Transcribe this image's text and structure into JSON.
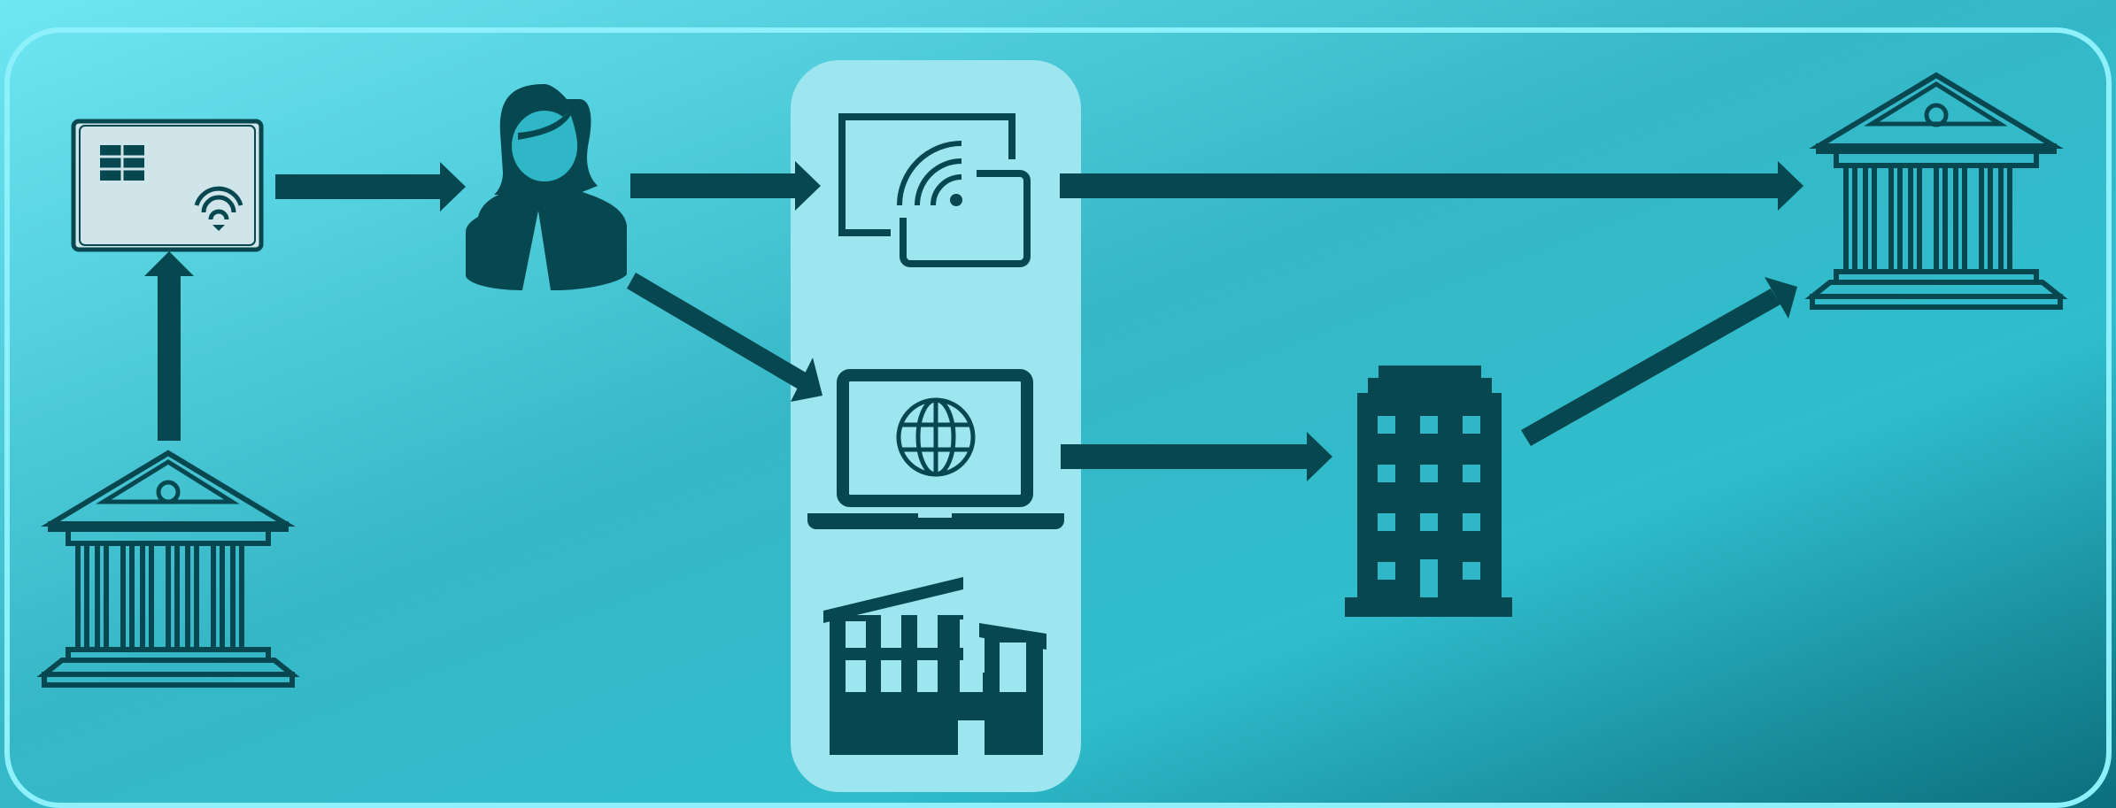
{
  "diagram": {
    "colors": {
      "background_start": "#6fe6f3",
      "background_mid": "#2fbdcd",
      "background_end": "#0b6e7c",
      "frame": "#8ef0fa",
      "ink": "#07474f",
      "card_fill": "#cfe5ea",
      "merchant_panel": "#9de6ef"
    },
    "nodes": [
      {
        "id": "issuer-bank",
        "icon": "bank-icon"
      },
      {
        "id": "payment-card",
        "icon": "credit-card-icon"
      },
      {
        "id": "cardholder",
        "icon": "person-icon"
      },
      {
        "id": "pos-terminal",
        "icon": "contactless-terminal-icon"
      },
      {
        "id": "online-store",
        "icon": "laptop-globe-icon"
      },
      {
        "id": "physical-store",
        "icon": "store-building-icon"
      },
      {
        "id": "payment-processor",
        "icon": "office-building-icon"
      },
      {
        "id": "acquirer-bank",
        "icon": "bank-icon"
      }
    ],
    "flows": [
      {
        "from": "issuer-bank",
        "to": "payment-card"
      },
      {
        "from": "payment-card",
        "to": "cardholder"
      },
      {
        "from": "cardholder",
        "to": "pos-terminal"
      },
      {
        "from": "cardholder",
        "to": "online-store"
      },
      {
        "from": "pos-terminal",
        "to": "acquirer-bank"
      },
      {
        "from": "online-store",
        "to": "payment-processor"
      },
      {
        "from": "payment-processor",
        "to": "acquirer-bank"
      }
    ]
  }
}
